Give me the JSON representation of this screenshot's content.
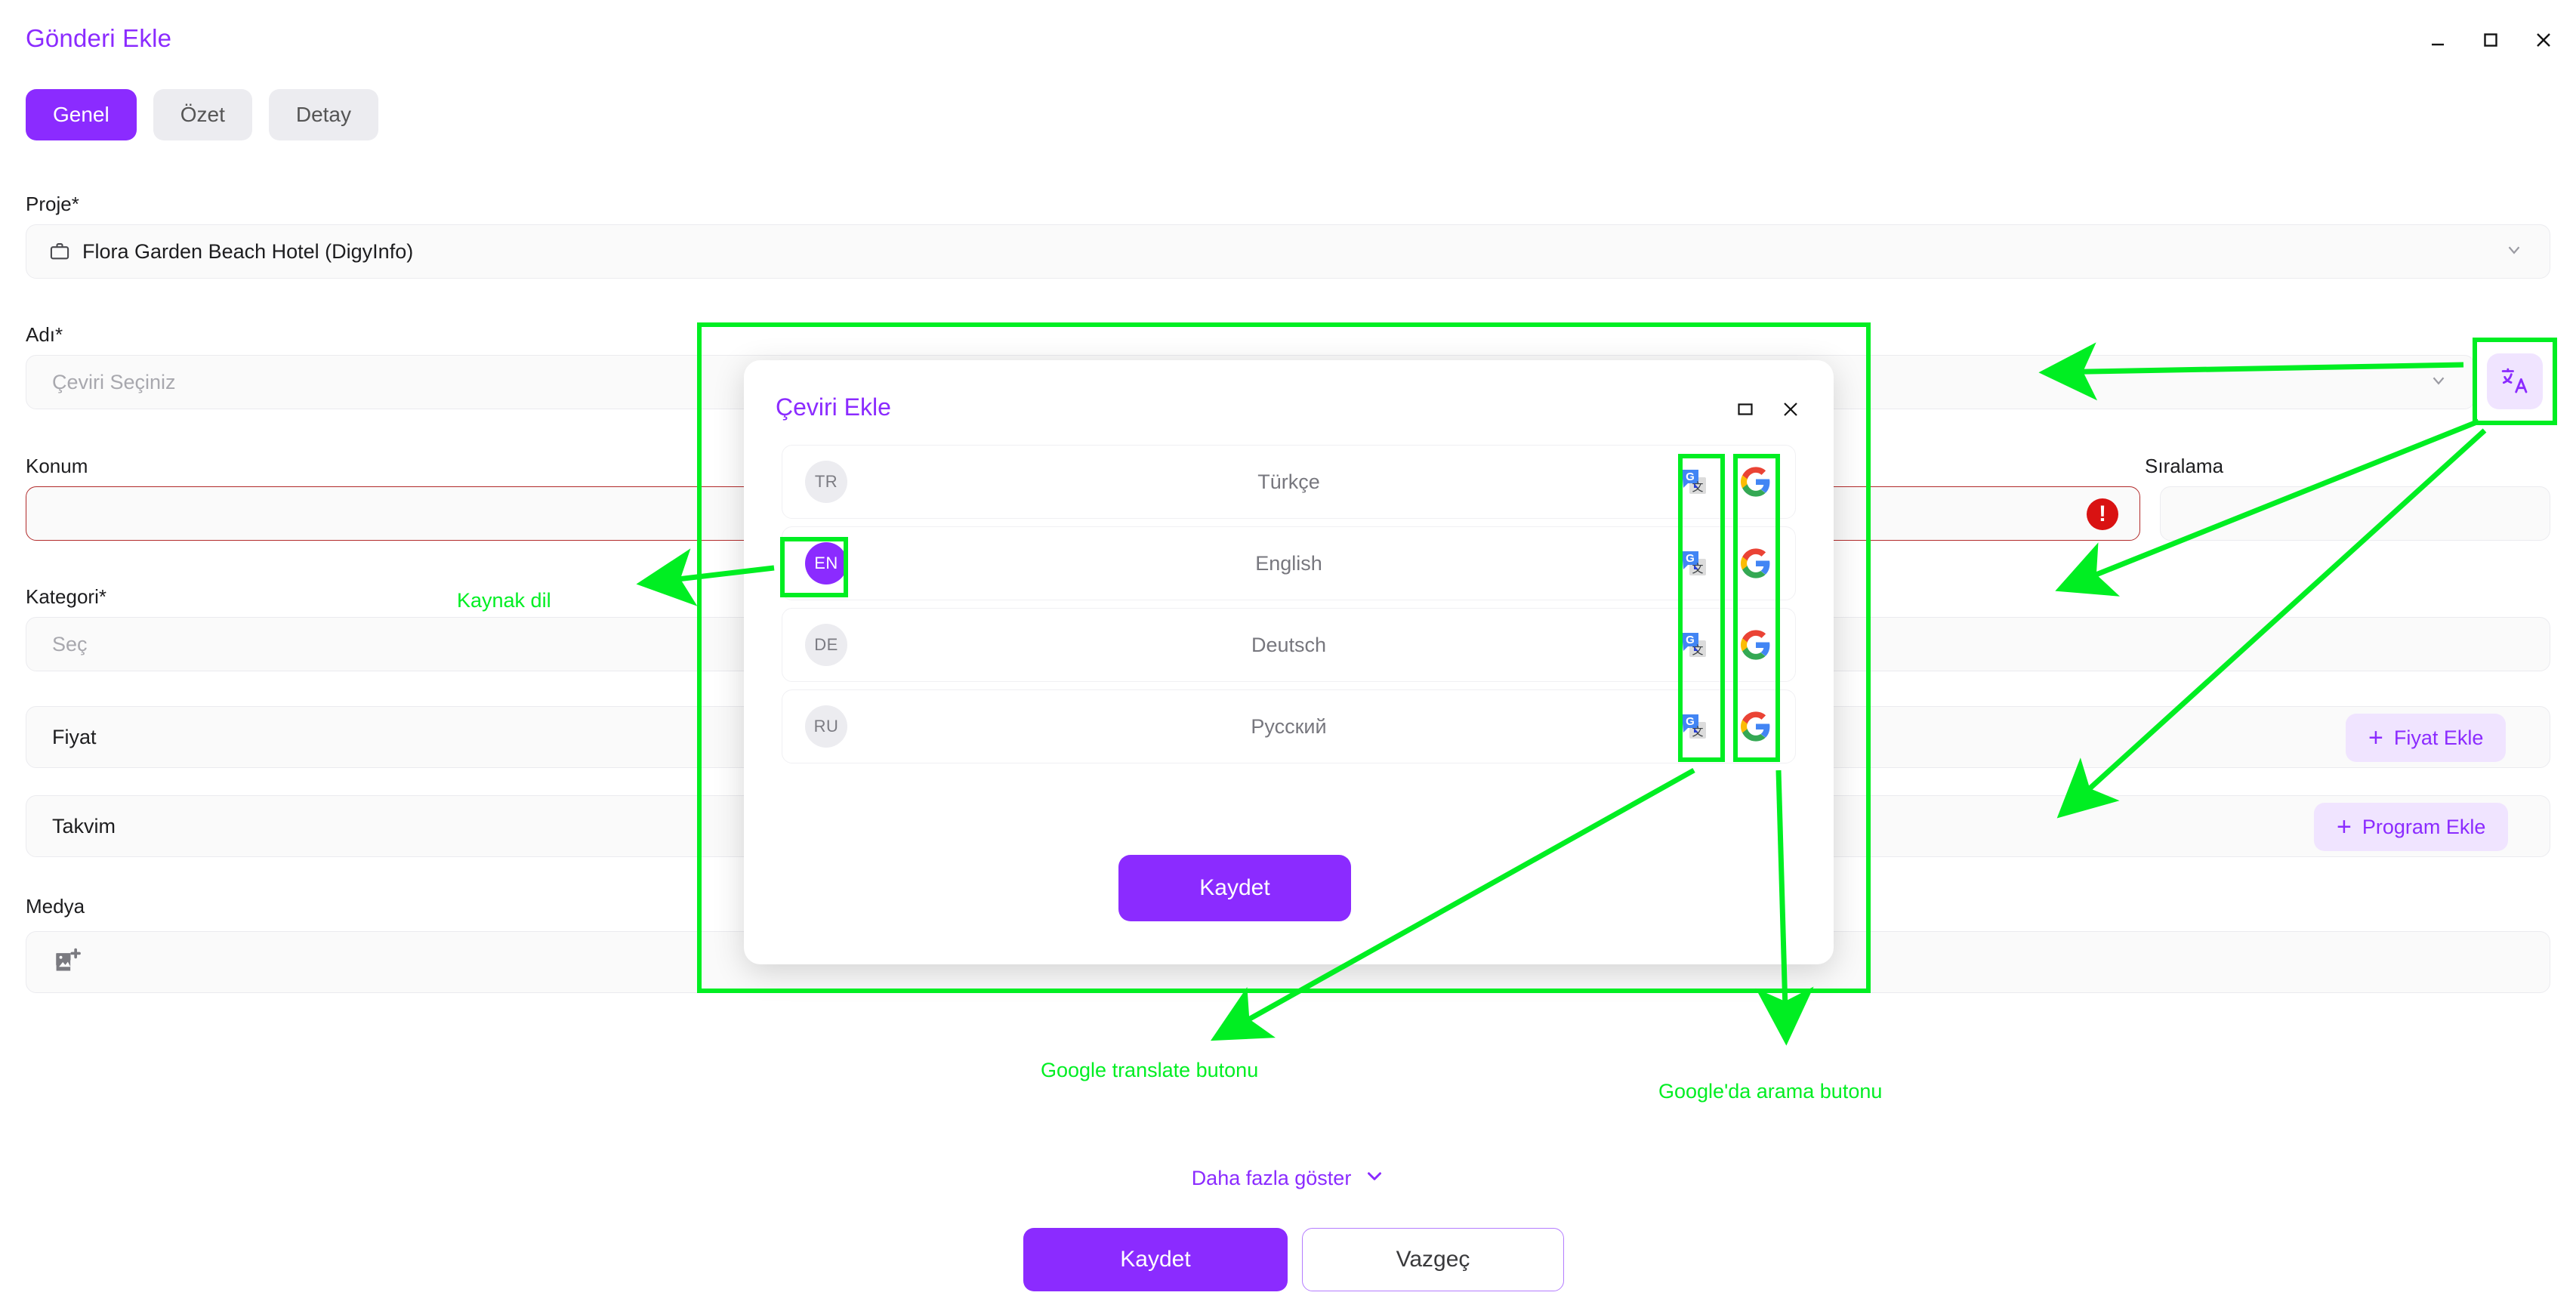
{
  "window": {
    "title": "Gönderi Ekle",
    "controls": [
      {
        "name": "minimize",
        "glyph": "minimize-icon"
      },
      {
        "name": "maximize",
        "glyph": "maximize-icon"
      },
      {
        "name": "close",
        "glyph": "close-icon"
      }
    ]
  },
  "tabs": [
    {
      "label": "Genel",
      "active": true
    },
    {
      "label": "Özet",
      "active": false
    },
    {
      "label": "Detay",
      "active": false
    }
  ],
  "form": {
    "proje": {
      "label": "Proje*",
      "value": "Flora Garden Beach Hotel (DigyInfo)",
      "icon": "briefcase-icon"
    },
    "adi": {
      "label": "Adı*",
      "placeholder": "Çeviri Seçiniz",
      "translate_icon": "translate-language-icon"
    },
    "konum": {
      "label": "Konum",
      "value": "",
      "has_error": true,
      "error_icon": "error-exclamation-icon"
    },
    "siralama": {
      "label": "Sıralama",
      "value": ""
    },
    "kategori": {
      "label": "Kategori*",
      "placeholder": "Seç"
    },
    "fiyat": {
      "label": "Fiyat",
      "action_label": "Fiyat Ekle",
      "action_icon": "plus-icon"
    },
    "takvim": {
      "label": "Takvim",
      "action_label": "Program Ekle",
      "action_icon": "plus-icon"
    },
    "medya": {
      "label": "Medya",
      "icon": "add-image-icon"
    }
  },
  "modal": {
    "title": "Çeviri Ekle",
    "controls": [
      {
        "name": "maximize",
        "glyph": "maximize-icon"
      },
      {
        "name": "close",
        "glyph": "close-icon"
      }
    ],
    "languages": [
      {
        "code": "TR",
        "name": "Türkçe",
        "selected": false
      },
      {
        "code": "EN",
        "name": "English",
        "selected": true
      },
      {
        "code": "DE",
        "name": "Deutsch",
        "selected": false
      },
      {
        "code": "RU",
        "name": "Русский",
        "selected": false
      }
    ],
    "row_actions": [
      {
        "name": "google-translate-icon",
        "title": "Google Translate"
      },
      {
        "name": "google-search-icon",
        "title": "Google"
      }
    ],
    "show_more_label": "Daha fazla göster",
    "show_more_icon": "chevron-down-icon",
    "save_label": "Kaydet"
  },
  "footer": {
    "save_label": "Kaydet",
    "cancel_label": "Vazgeç"
  },
  "annotations": {
    "source_language": "Kaynak dil",
    "google_translate_button": "Google translate butonu",
    "google_search_button": "Google'da arama butonu",
    "color": "#00ee22"
  }
}
